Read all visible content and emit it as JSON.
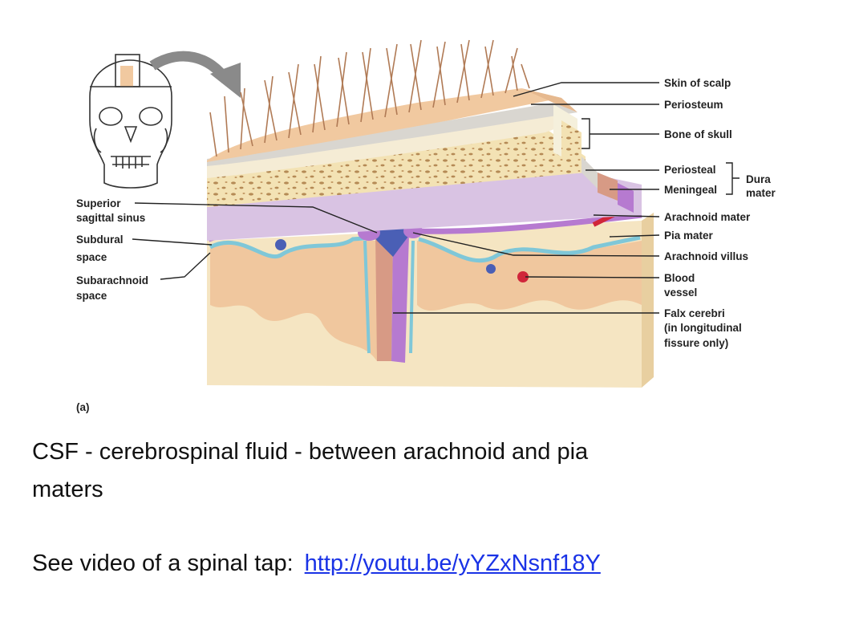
{
  "diagram": {
    "labels": {
      "skin_of_scalp": "Skin of scalp",
      "periosteum": "Periosteum",
      "bone_of_skull": "Bone of skull",
      "periosteal": "Periosteal",
      "meningeal": "Meningeal",
      "dura_1": "Dura",
      "dura_2": "mater",
      "arachnoid_mater": "Arachnoid mater",
      "pia_mater": "Pia mater",
      "arachnoid_villus": "Arachnoid villus",
      "blood_vessel_1": "Blood",
      "blood_vessel_2": "vessel",
      "falx_1": "Falx cerebri",
      "falx_2": "(in longitudinal",
      "falx_3": "fissure only)",
      "sinus_1": "Superior",
      "sinus_2": "sagittal sinus",
      "subdural_1": "Subdural",
      "subdural_2": "space",
      "subarachnoid_1": "Subarachnoid",
      "subarachnoid_2": "space",
      "panel": "(a)"
    },
    "colors": {
      "skin": "#f1c9a0",
      "hair": "#b07a55",
      "bone": "#f3e2b4",
      "bone_spots": "#b58a55",
      "periosteum": "#d9d6d0",
      "dura": "#d79a85",
      "arachnoid": "#b67ad0",
      "pia": "#7fc7d8",
      "sinus": "#4a5fb5",
      "cortex": "#f0c79e",
      "white_matter": "#f5e5c2",
      "blood": "#d0263a"
    }
  },
  "caption": {
    "line1": "CSF -  cerebrospinal fluid - between arachnoid and pia",
    "line2": "maters",
    "spinal_tap_prefix": "See video of a spinal tap:",
    "spinal_tap_link": "http://youtu.be/yYZxNsnf18Y"
  }
}
